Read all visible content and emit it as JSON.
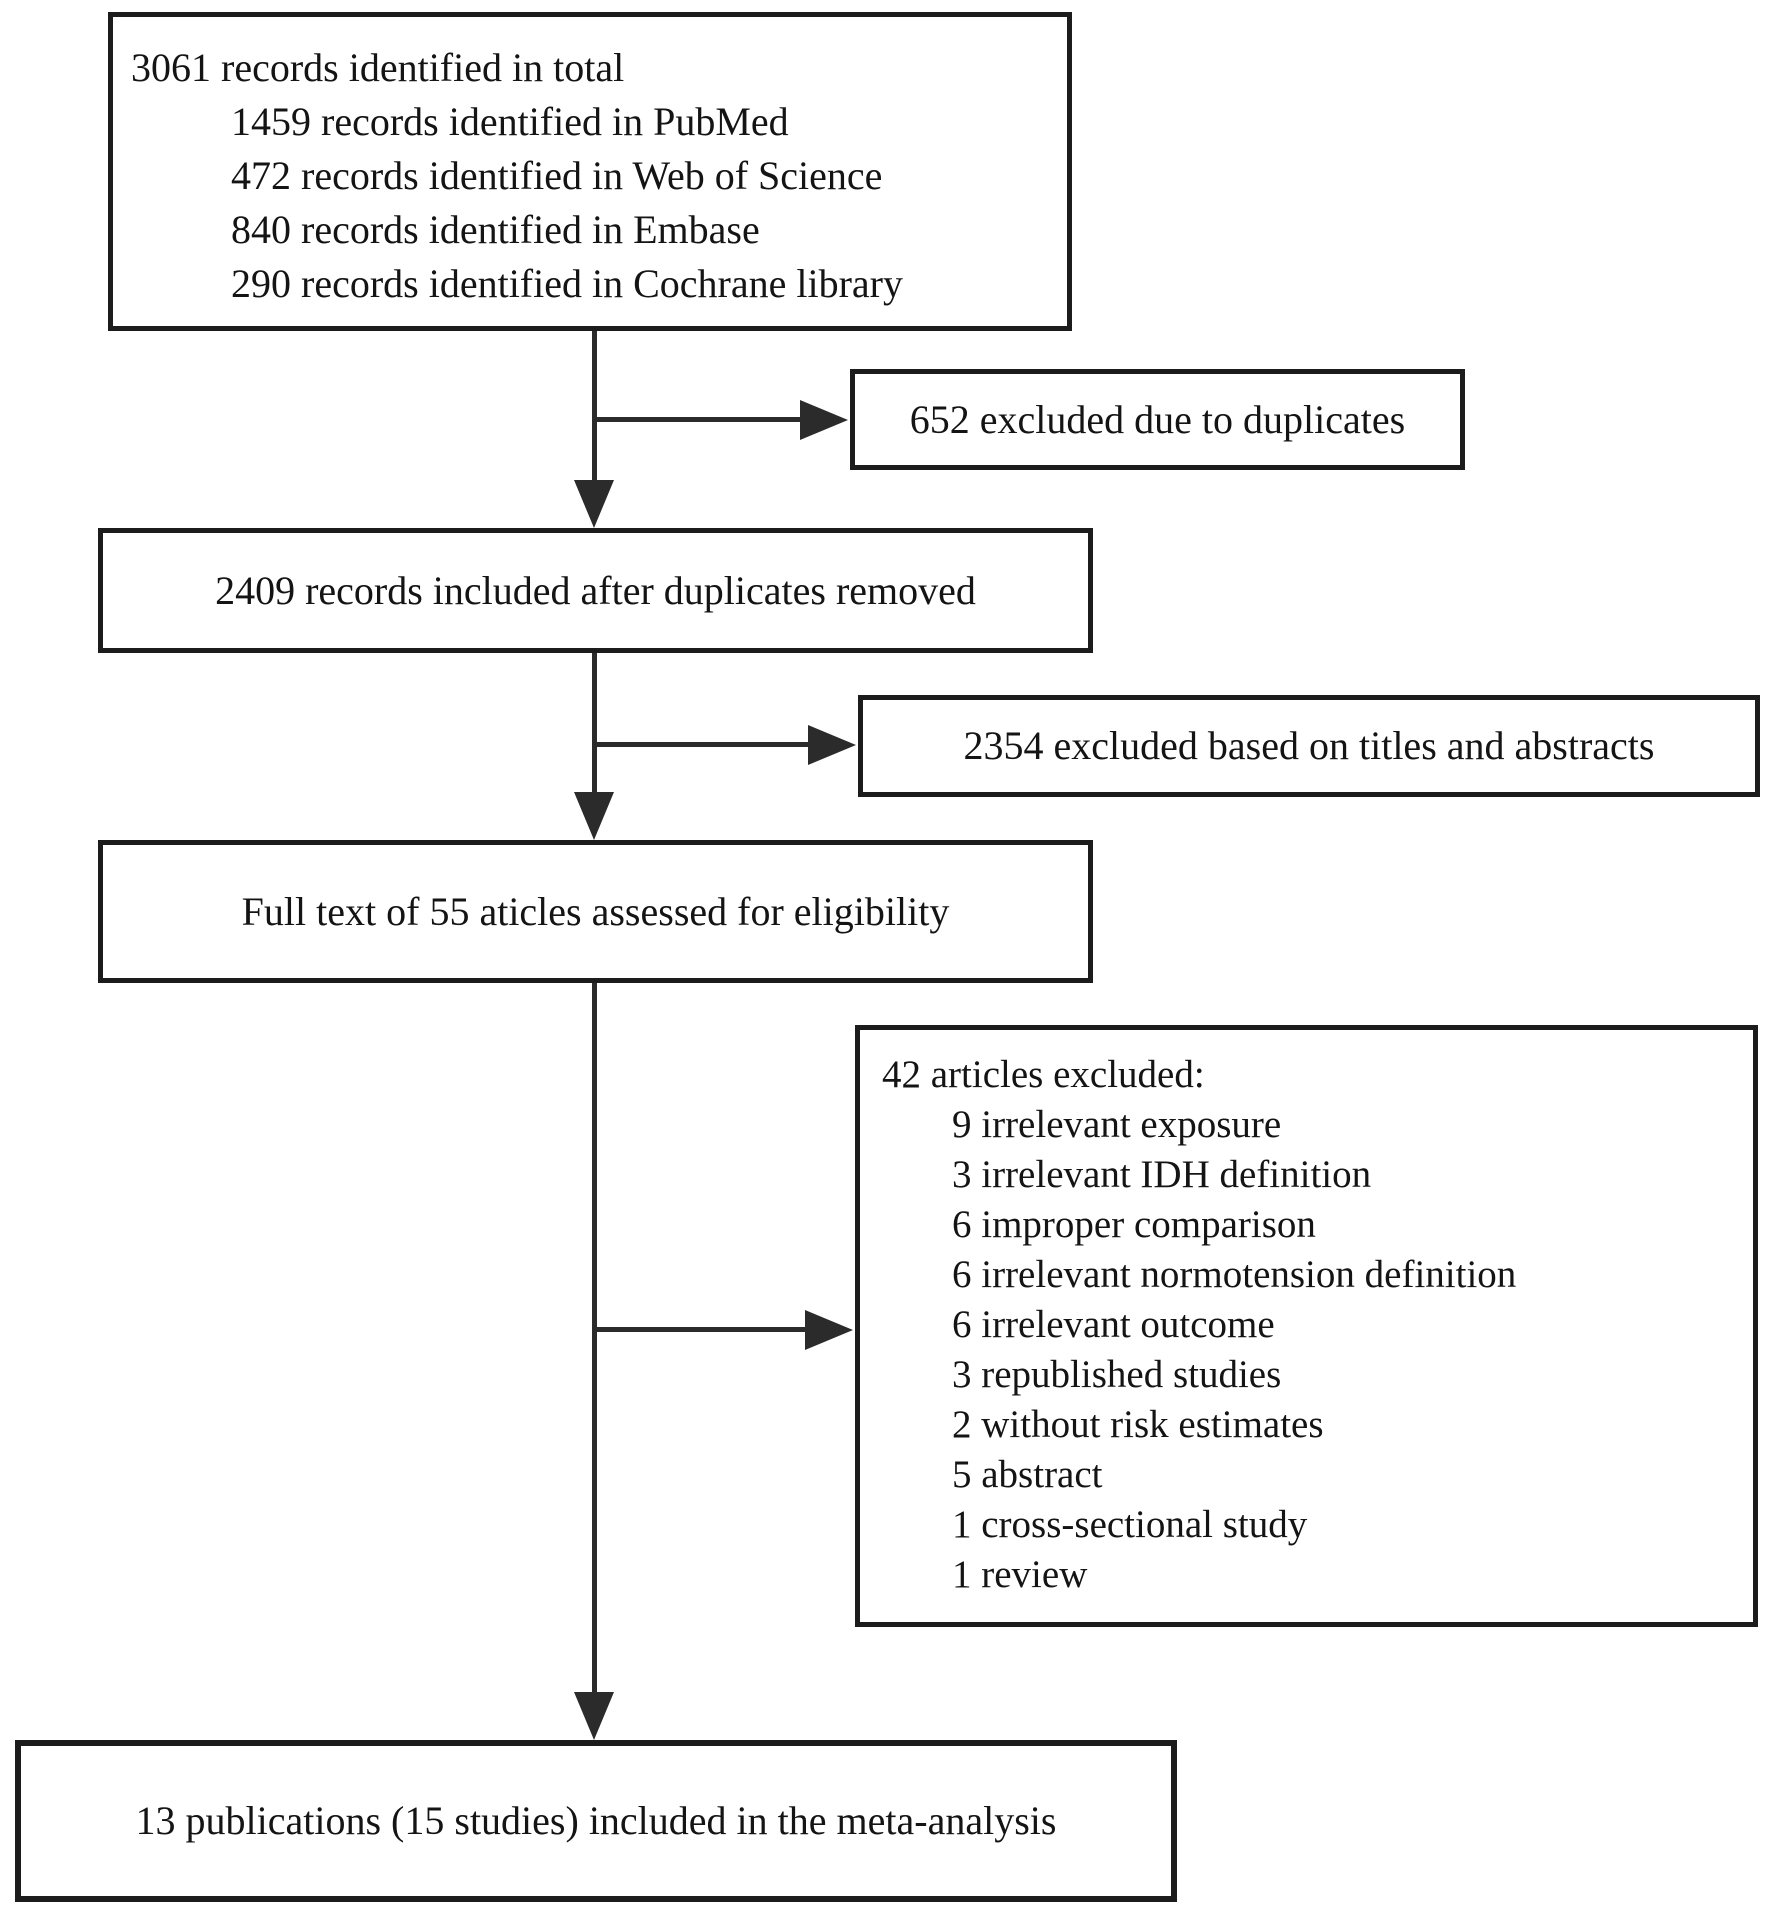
{
  "figure": {
    "type": "prisma-flow-diagram",
    "background_color": "#ffffff",
    "border_color": "#1c1c1c",
    "text_color": "#141414",
    "connector_color": "#2b2b2b"
  },
  "boxes": {
    "identification": {
      "lines": [
        "3061 records identified in total",
        "1459 records identified in PubMed",
        "472 records identified in Web of Science",
        "840 records identified in Embase",
        "290 records identified in Cochrane library"
      ]
    },
    "duplicates_excluded": {
      "label": "652 excluded due to duplicates"
    },
    "after_duplicates": {
      "label": "2409 records included after duplicates removed"
    },
    "title_abstract_excluded": {
      "label": "2354 excluded based on titles and abstracts"
    },
    "full_text_assessed": {
      "label": "Full text of 55 aticles assessed for eligibility"
    },
    "full_text_excluded": {
      "header": "42 articles excluded:",
      "items": [
        "9 irrelevant exposure",
        "3 irrelevant IDH definition",
        "6 improper comparison",
        "6 irrelevant normotension definition",
        "6 irrelevant outcome",
        "3 republished studies",
        "2 without risk estimates",
        "5 abstract",
        "1 cross-sectional study",
        "1 review"
      ]
    },
    "included": {
      "label": "13 publications (15 studies) included in the meta-analysis"
    }
  }
}
